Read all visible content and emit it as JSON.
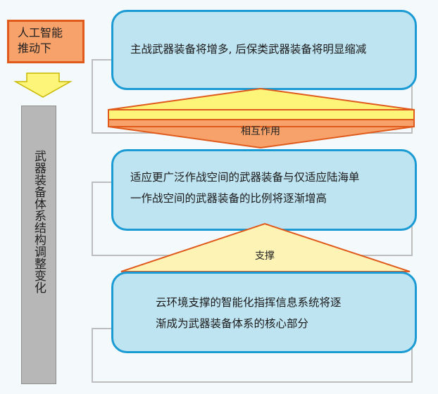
{
  "trigger_label": [
    "人工智能",
    "推动下"
  ],
  "side_label": "武器装备体系结构调整变化",
  "box1": [
    "主战武器装备将增多, 后保类武器装备将明显缩减"
  ],
  "arrow1_label": "相互作用",
  "box2": [
    "适应更广泛作战空间的武器装备与仅适应陆海单",
    "一作战空间的武器装备的比例将逐渐增高"
  ],
  "arrow2_label": "支撑",
  "box3": [
    "云环境支撑的智能化指挥信息系统将逐",
    "渐成为武器装备体系的核心部分"
  ],
  "colors": {
    "box_fill": "#bfe4f1",
    "box_border": "#1b9bd4",
    "orange_fill": "#f7a26a",
    "orange_border": "#e05a1c",
    "yellow_fill": "#fdf57a",
    "light_yellow_fill": "#fdf3b5",
    "gray_bar": "#b7b7b7"
  }
}
